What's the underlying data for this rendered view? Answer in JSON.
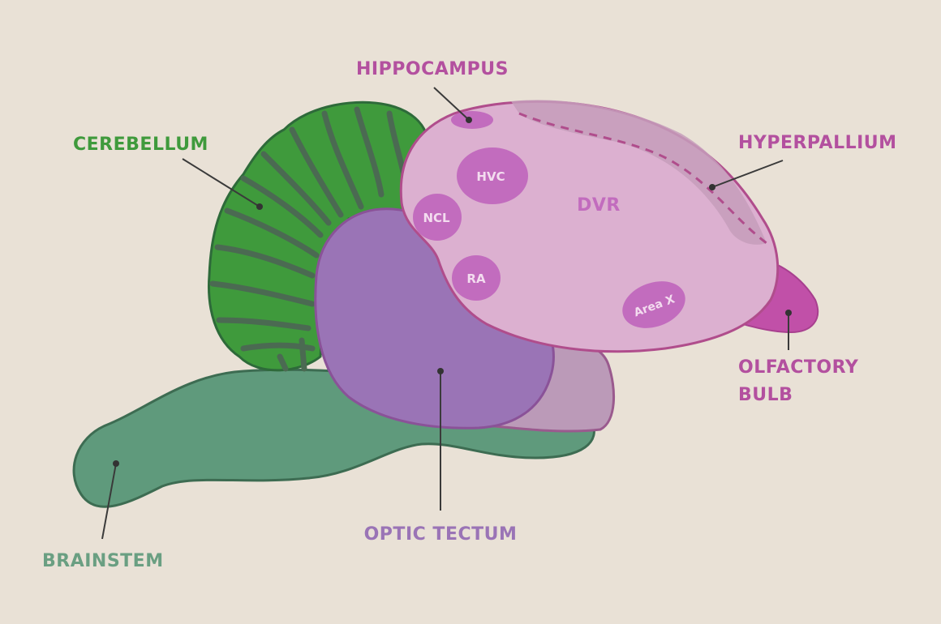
{
  "title": "Songbird brain diagram",
  "labels": {
    "hippocampus": "HIPPOCAMPUS",
    "cerebellum": "CEREBELLUM",
    "hyperpallium": "HYPERPALLIUM",
    "olfactory_bulb_1": "OLFACTORY",
    "olfactory_bulb_2": "BULB",
    "optic_tectum": "OPTIC TECTUM",
    "brainstem": "BRAINSTEM"
  },
  "nuclei": {
    "dvr": "DVR",
    "hvc": "HVC",
    "ncl": "NCL",
    "ra": "RA",
    "area_x": "Area X"
  },
  "colors": {
    "background": "#e9e1d6",
    "cerebellum": "#3f9a3c",
    "brainstem": "#5f9a7c",
    "optic_tectum": "#9a74b6",
    "pallium": "#dcb0d0",
    "nucleus": "#c26cbe",
    "pink_label": "#b3509f"
  }
}
